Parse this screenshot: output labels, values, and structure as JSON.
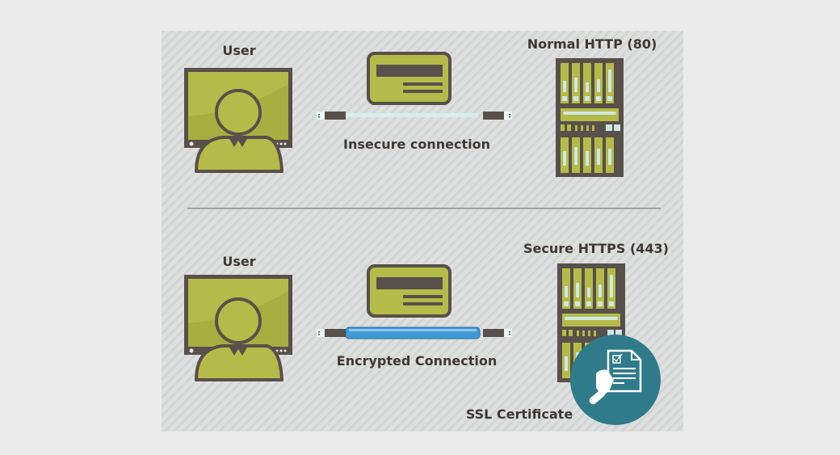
{
  "top": {
    "user_label": "User",
    "connection_label": "Insecure connection",
    "server_label": "Normal HTTP (80)"
  },
  "bottom": {
    "user_label": "User",
    "connection_label": "Encrypted Connection",
    "server_label": "Secure HTTPS (443)",
    "certificate_label": "SSL Certificate"
  },
  "colors": {
    "olive": "#b5bb48",
    "dark": "#58504a",
    "teal": "#2f7b8a",
    "insecure_cable": "#d6efee",
    "secure_cable": "#3f9ad6"
  }
}
